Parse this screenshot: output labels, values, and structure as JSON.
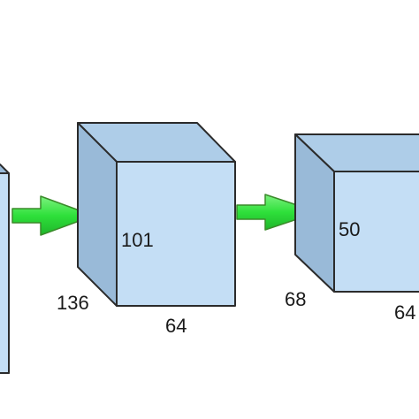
{
  "diagram": {
    "blocks": [
      {
        "labels": []
      },
      {
        "labels": [
          "101",
          "136",
          "64"
        ]
      },
      {
        "labels": [
          "50",
          "68",
          "64"
        ]
      }
    ],
    "colors": {
      "box_front": "#c4def5",
      "box_top": "#aecde8",
      "box_side": "#99bad8",
      "arrow": "#2ee03a",
      "outline": "#2b2b2b"
    }
  }
}
